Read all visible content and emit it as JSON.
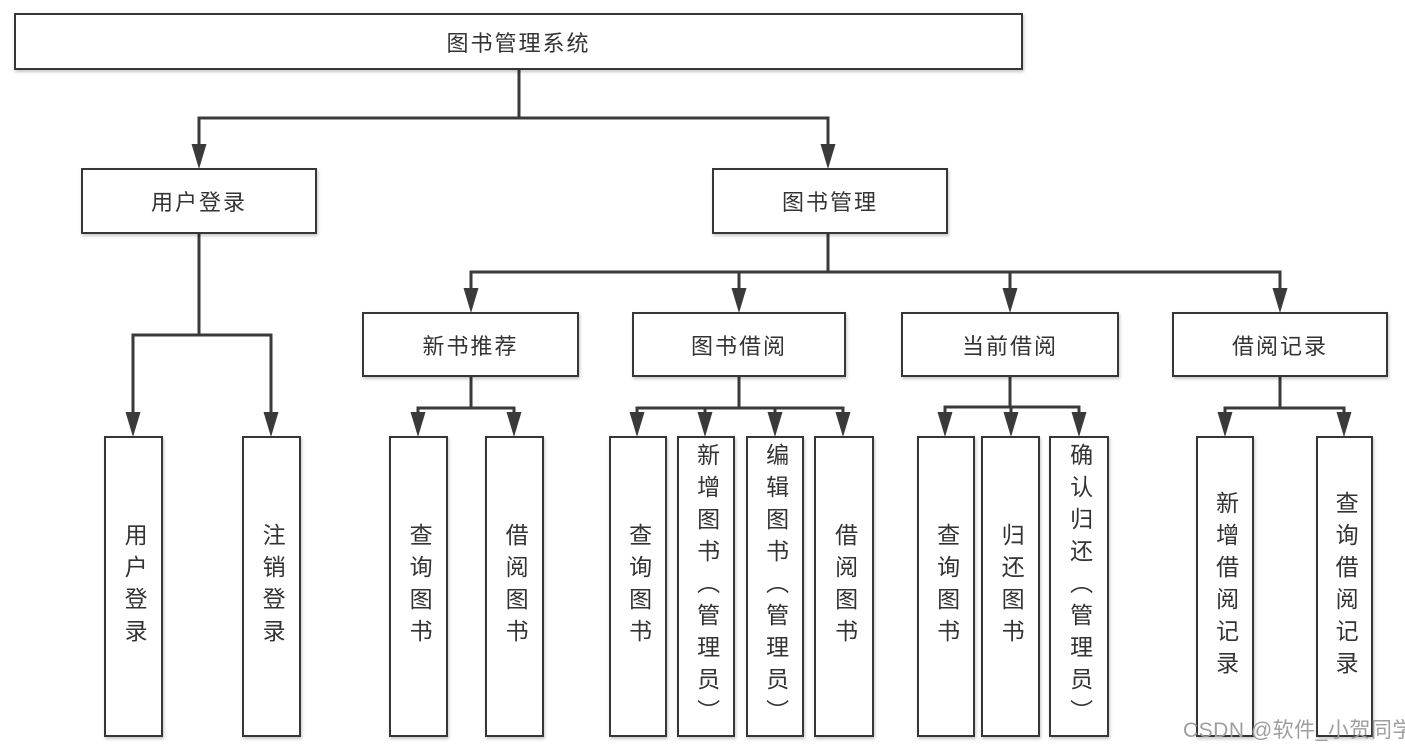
{
  "diagram_type": "hierarchy-tree",
  "tree": {
    "label": "图书管理系统",
    "children": [
      {
        "label": "用户登录",
        "children": [
          {
            "label": "用户登录"
          },
          {
            "label": "注销登录"
          }
        ]
      },
      {
        "label": "图书管理",
        "children": [
          {
            "label": "新书推荐",
            "children": [
              {
                "label": "查询图书"
              },
              {
                "label": "借阅图书"
              }
            ]
          },
          {
            "label": "图书借阅",
            "children": [
              {
                "label": "查询图书"
              },
              {
                "label": "新增图书（管理员）"
              },
              {
                "label": "编辑图书（管理员）"
              },
              {
                "label": "借阅图书"
              }
            ]
          },
          {
            "label": "当前借阅",
            "children": [
              {
                "label": "查询图书"
              },
              {
                "label": "归还图书"
              },
              {
                "label": "确认归还（管理员）"
              }
            ]
          },
          {
            "label": "借阅记录",
            "children": [
              {
                "label": "新增借阅记录"
              },
              {
                "label": "查询借阅记录"
              }
            ]
          }
        ]
      }
    ]
  },
  "watermark": {
    "text": "CSDN @软件_小贺同学"
  },
  "colors": {
    "box_border": "#363636",
    "connector_line": "#3a3a3a",
    "text": "#333333",
    "watermark_text": "#9e9e9e",
    "background": "#ffffff"
  }
}
